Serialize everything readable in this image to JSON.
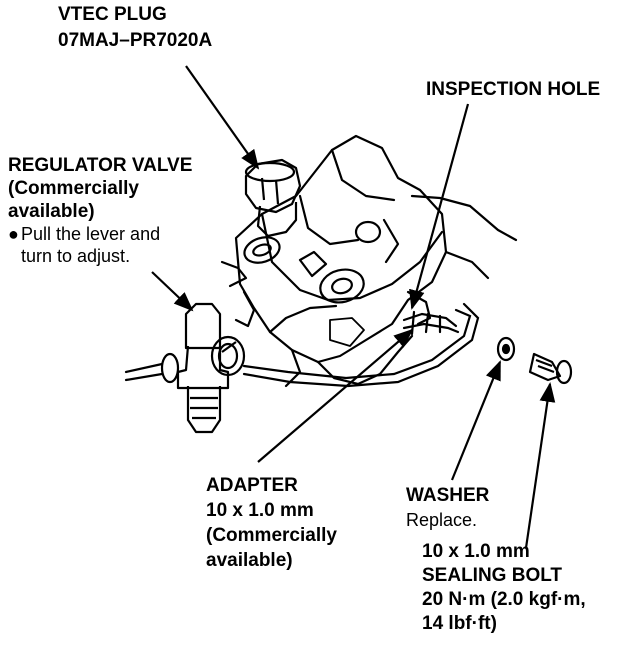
{
  "colors": {
    "ink": "#000000",
    "paper": "#ffffff"
  },
  "vtec_plug": {
    "name": "VTEC PLUG",
    "part_number": "07MAJ–PR7020A"
  },
  "inspection_hole": {
    "name": "INSPECTION HOLE"
  },
  "regulator_valve": {
    "name": "REGULATOR VALVE",
    "note_line1": "(Commercially",
    "note_line2": "available)",
    "bullet_glyph": "●",
    "instruction_line1": "Pull the lever and",
    "instruction_line2": "turn to adjust."
  },
  "adapter": {
    "name": "ADAPTER",
    "size": "10 x 1.0 mm",
    "note_line1": "(Commercially",
    "note_line2": "available)"
  },
  "washer": {
    "name": "WASHER",
    "note": "Replace."
  },
  "sealing_bolt": {
    "size": "10 x 1.0 mm",
    "name": "SEALING BOLT",
    "torque_line1": "20 N·m (2.0 kgf·m,",
    "torque_line2": "14 lbf·ft)"
  }
}
